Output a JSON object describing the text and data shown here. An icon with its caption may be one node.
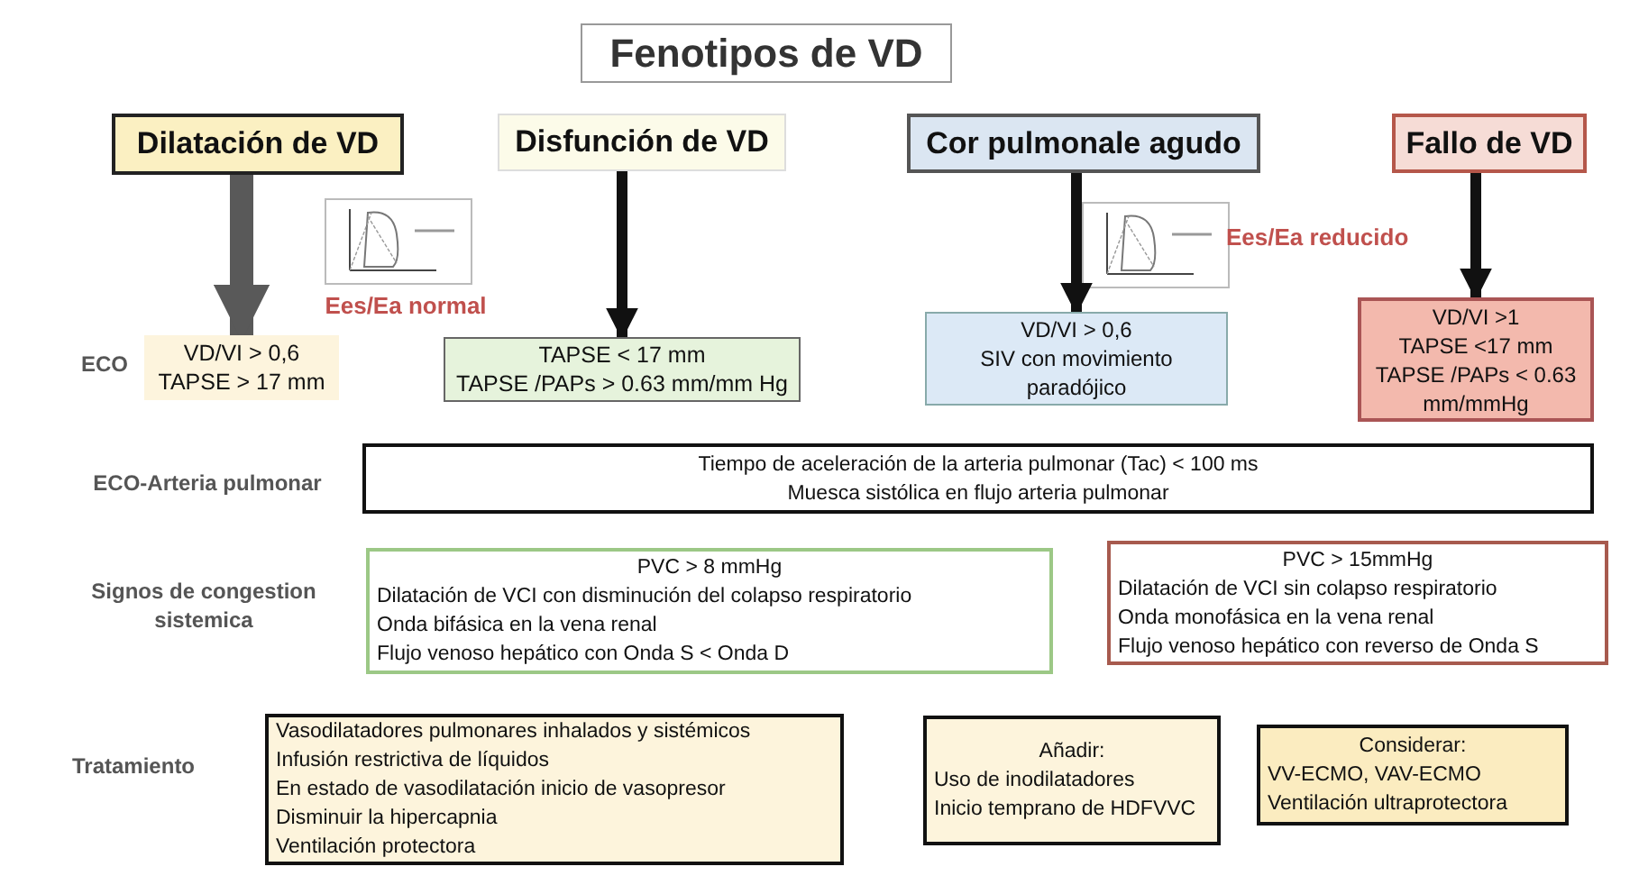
{
  "diagram": {
    "title": "Fenotipos de VD",
    "nodes": [
      {
        "text": [
          "Dilatación de VD"
        ]
      },
      {
        "text": [
          "Disfunción de VD"
        ]
      },
      {
        "text": [
          "Cor pulmonale agudo"
        ]
      },
      {
        "text": [
          "Fallo de VD"
        ]
      },
      {
        "text": [
          "VD/VI > 0,6",
          "TAPSE > 17 mm"
        ]
      },
      {
        "text": [
          "TAPSE < 17 mm",
          "TAPSE /PAPs > 0.63 mm/mm Hg"
        ]
      },
      {
        "text": [
          "VD/VI > 0,6",
          "SIV con movimiento paradójico"
        ]
      },
      {
        "text": [
          "VD/VI >1",
          "TAPSE <17 mm",
          "TAPSE /PAPs < 0.63 mm/mmHg"
        ]
      },
      {
        "text": [
          "Tiempo de aceleración de la arteria pulmonar (Tac) < 100 ms",
          "Muesca sistólica en flujo arteria pulmonar"
        ]
      },
      {
        "text": [
          "PVC > 8 mmHg",
          "Dilatación de VCI con disminución del colapso respiratorio",
          "Onda bifásica en la vena renal",
          "Flujo venoso hepático con Onda S < Onda D"
        ]
      },
      {
        "text": [
          "PVC > 15mmHg",
          "Dilatación de VCI sin colapso respiratorio",
          "Onda monofásica en la vena renal",
          "Flujo venoso hepático con reverso de Onda S"
        ]
      },
      {
        "text": [
          "Vasodilatadores pulmonares inhalados y sistémicos",
          "Infusión restrictiva de líquidos",
          "En estado de vasodilatación inicio de vasopresor",
          "Disminuir la hipercapnia",
          "Ventilación protectora"
        ]
      },
      {
        "text": [
          "Añadir:",
          "Uso de inodilatadores",
          "Inicio temprano de HDFVVC"
        ]
      },
      {
        "text": [
          "Considerar:",
          "VV-ECMO, VAV-ECMO",
          "Ventilación ultraprotectora"
        ]
      }
    ],
    "edges": [
      {
        "from": 0,
        "to": 4,
        "arrow": "to",
        "style": "thick",
        "color": "#595959"
      },
      {
        "from": 1,
        "to": 5,
        "arrow": "to"
      },
      {
        "from": 2,
        "to": 6,
        "arrow": "to"
      },
      {
        "from": 3,
        "to": 7,
        "arrow": "to"
      }
    ],
    "labels": [
      "Ees/Ea normal",
      "Ees/Ea  reducido",
      "ECO",
      "ECO-Arteria pulmonar",
      "Signos de congestion sistemica",
      "Tratamiento"
    ]
  }
}
